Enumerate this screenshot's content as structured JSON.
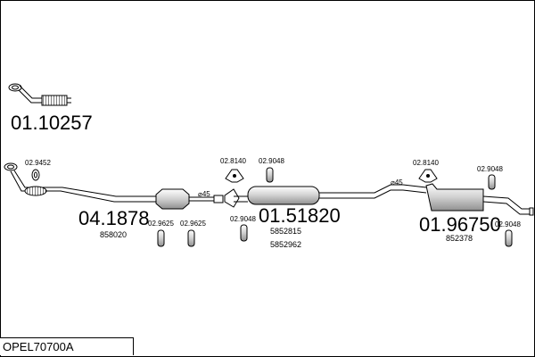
{
  "assembly_code": "OPEL70700A",
  "parts": [
    {
      "id": "front_pipe_label",
      "number": "01.10257",
      "subs": []
    },
    {
      "id": "front_section_label",
      "number": "04.1878",
      "subs": [
        "858020"
      ]
    },
    {
      "id": "middle_silencer_label",
      "number": "01.51820",
      "subs": [
        "5852815",
        "5852962"
      ]
    },
    {
      "id": "rear_silencer_label",
      "number": "01.96750",
      "subs": [
        "852378"
      ]
    }
  ],
  "fittings": {
    "gasket": "02.9452",
    "clamp_a": "02.9625",
    "clamp_b": "02.9625",
    "mount_mid_1": "02.8140",
    "mount_mid_2": "02.9048",
    "mount_mid_3": "02.9048",
    "mount_rear_1": "02.8140",
    "mount_rear_2": "02.9048",
    "mount_rear_3": "02.9048"
  },
  "diameters": {
    "d1": "⌀45",
    "d2": "⌀45"
  }
}
